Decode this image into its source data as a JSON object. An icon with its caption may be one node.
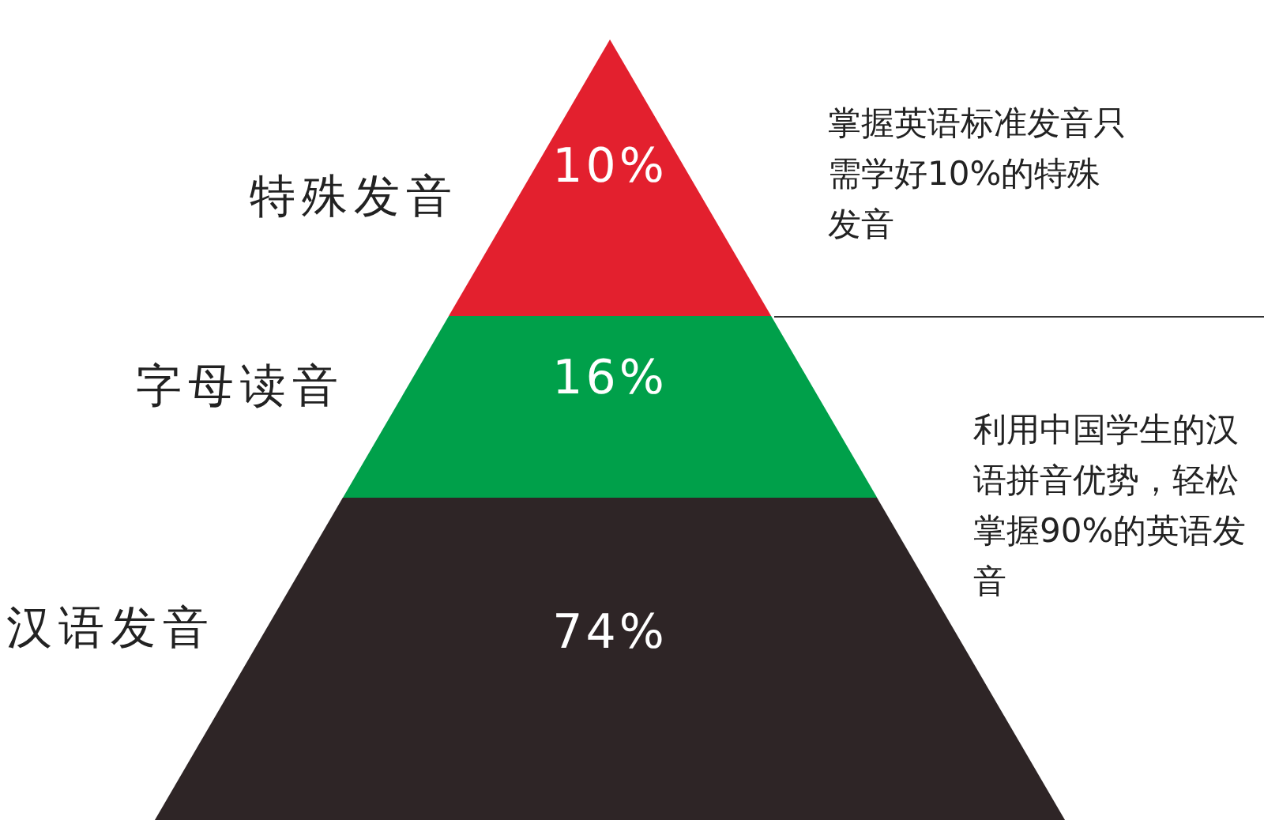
{
  "diagram": {
    "nodes": [
      {
        "text": [
          "10%"
        ],
        "beside": [
          "特殊发音"
        ]
      },
      {
        "text": [
          "16%"
        ],
        "beside": [
          "字母读音"
        ]
      },
      {
        "text": [
          "74%"
        ],
        "beside": [
          "汉语发音"
        ]
      }
    ],
    "labels": [
      "掌握英语标准发音只需学好10%的特殊发音",
      "利用中国学生的汉语拼音优势，轻松掌握90%的英语发音"
    ]
  }
}
